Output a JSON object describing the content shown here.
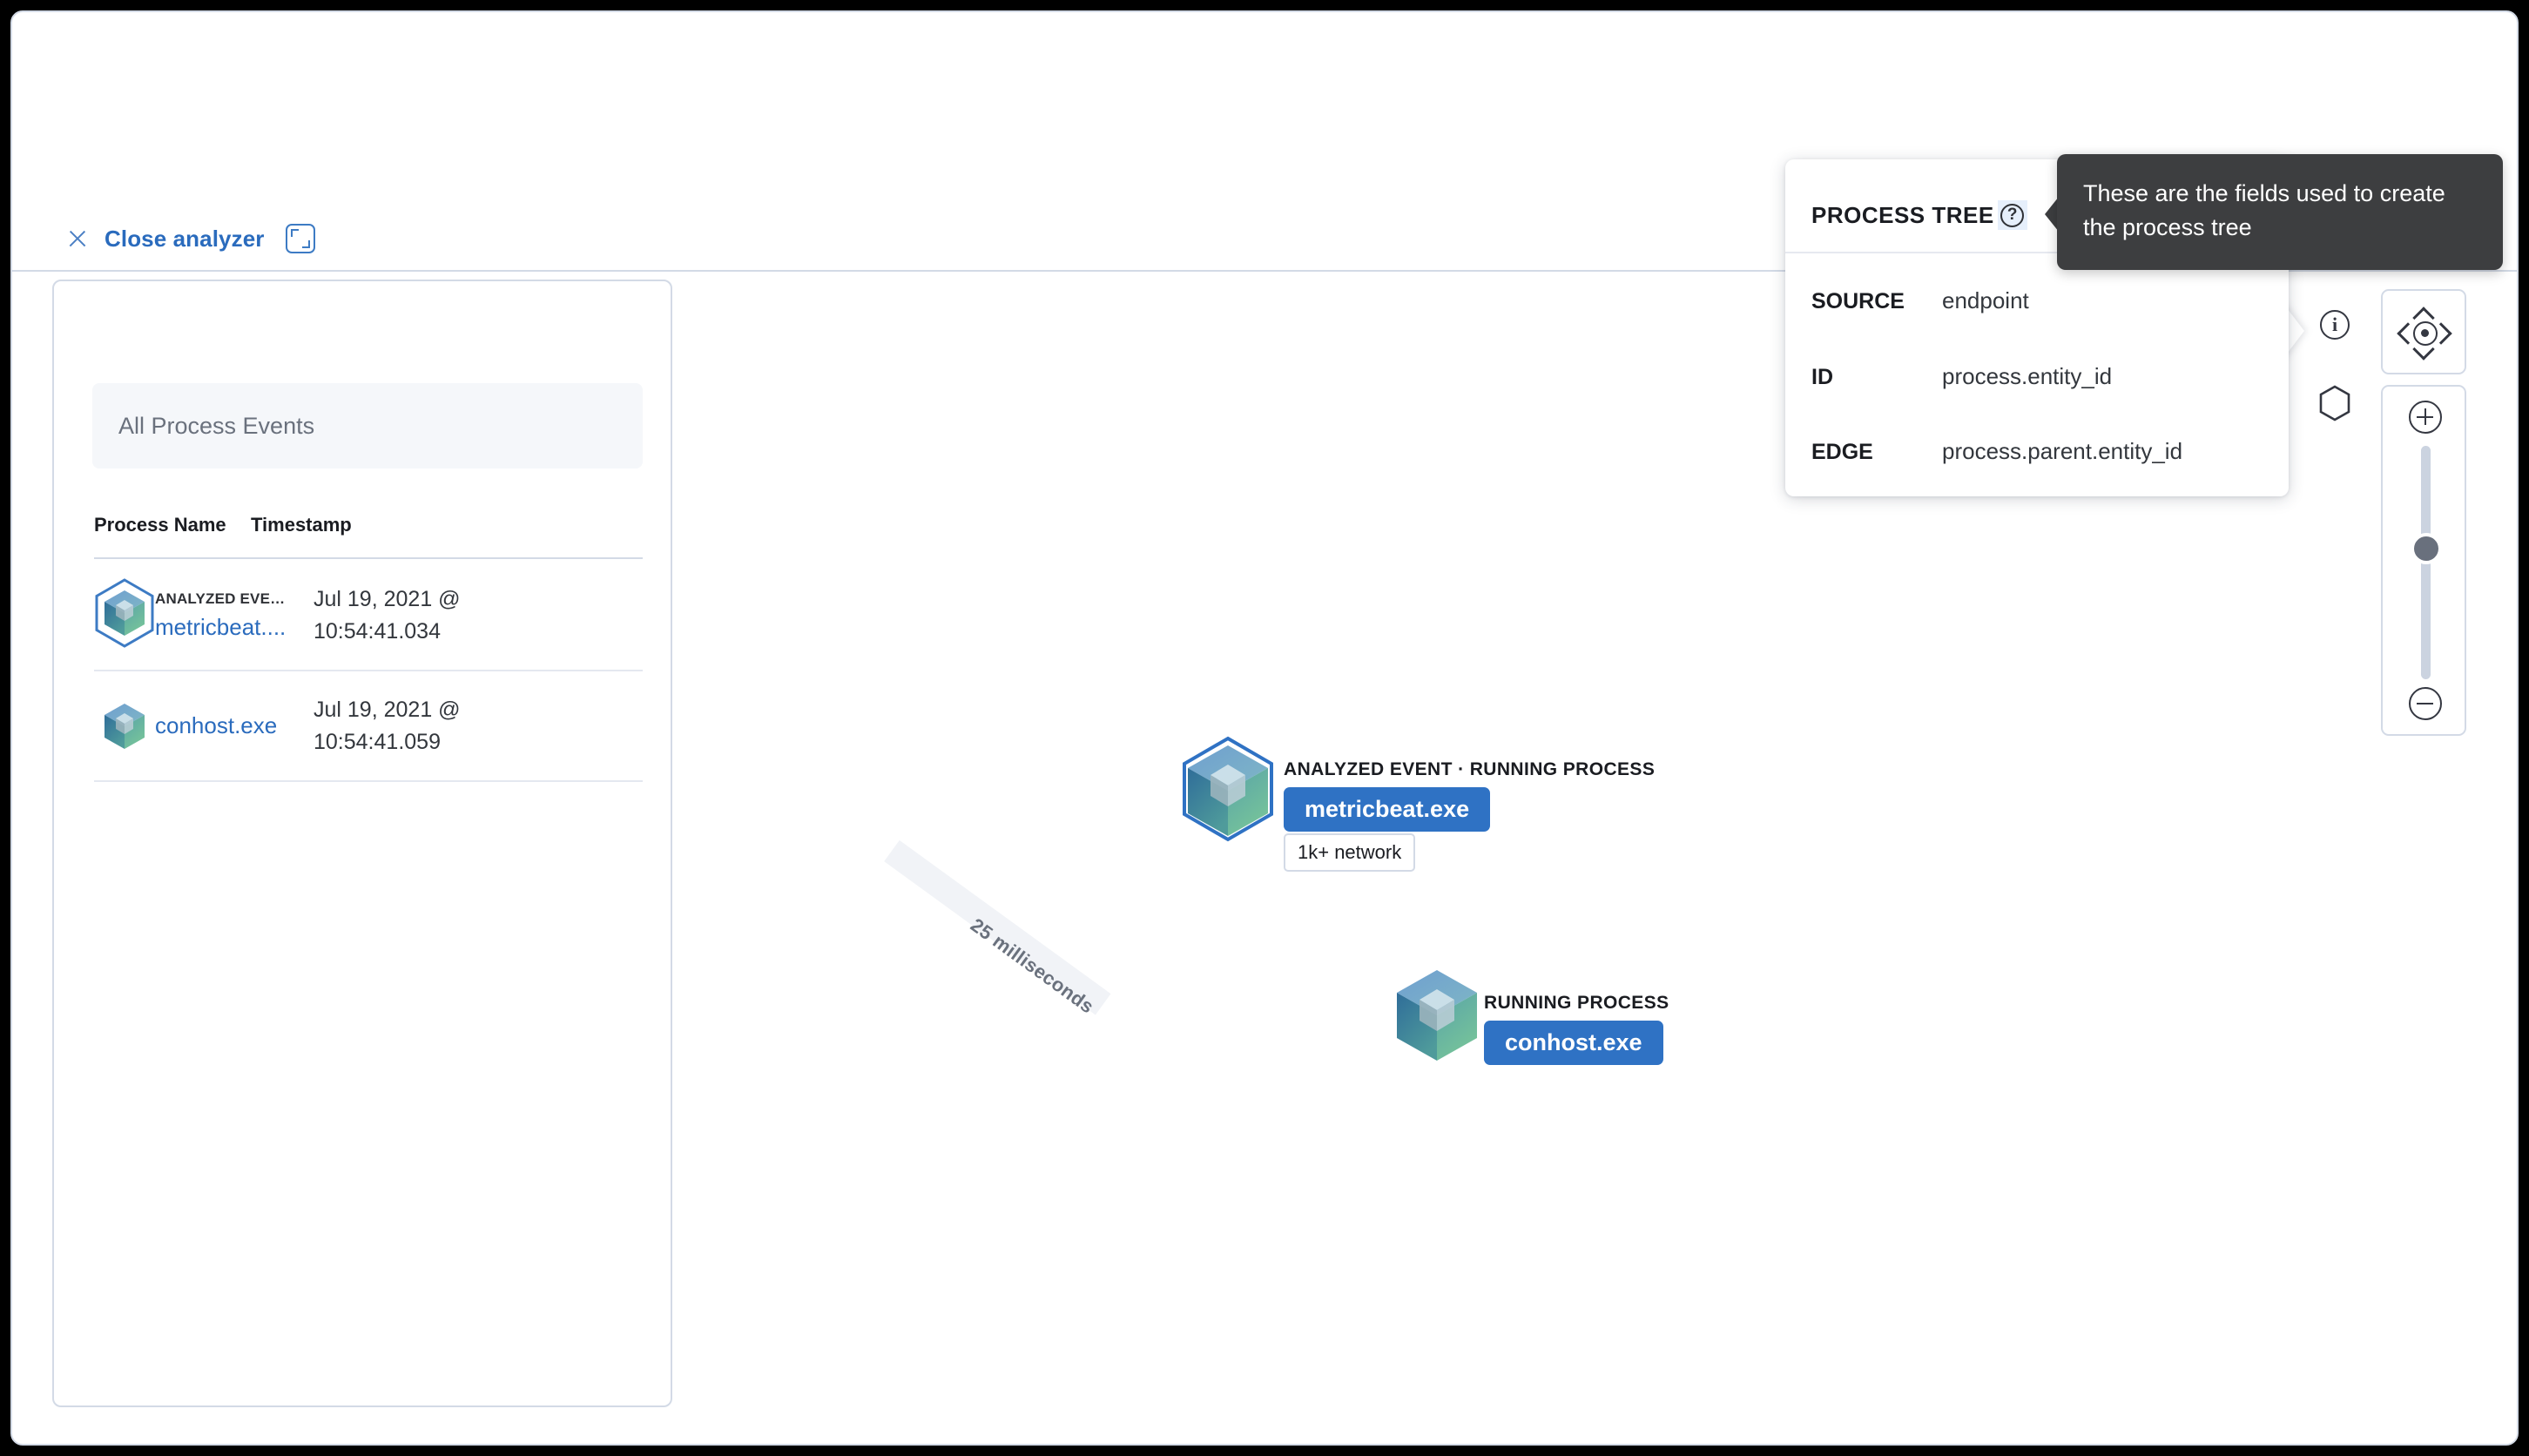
{
  "toolbar": {
    "close_label": "Close analyzer",
    "close_icon": "close-icon",
    "fullscreen_icon": "fullscreen-icon"
  },
  "left_panel": {
    "filter_label": "All Process Events",
    "columns": [
      "Process Name",
      "Timestamp"
    ],
    "rows": [
      {
        "badge": "ANALYZED EVE…",
        "name": "metricbeat....",
        "timestamp_line1": "Jul 19, 2021 @",
        "timestamp_line2": "10:54:41.034",
        "selected": true
      },
      {
        "badge": "",
        "name": "conhost.exe",
        "timestamp_line1": "Jul 19, 2021 @",
        "timestamp_line2": "10:54:41.059",
        "selected": false
      }
    ]
  },
  "graph": {
    "nodes": [
      {
        "type_label": "ANALYZED EVENT · RUNNING PROCESS",
        "name": "metricbeat.exe",
        "chip": "1k+ network",
        "highlighted": true
      },
      {
        "type_label": "RUNNING PROCESS",
        "name": "conhost.exe",
        "chip": "",
        "highlighted": false
      }
    ],
    "edge_label": "25 milliseconds"
  },
  "popover": {
    "title": "PROCESS TREE",
    "help_icon": "question-mark-icon",
    "fields": [
      {
        "key": "SOURCE",
        "value": "endpoint"
      },
      {
        "key": "ID",
        "value": "process.entity_id"
      },
      {
        "key": "EDGE",
        "value": "process.parent.entity_id"
      }
    ]
  },
  "tooltip": {
    "text": "These are the fields used to create the process tree"
  },
  "controls": {
    "info_icon": "info-icon",
    "hexagon_icon": "hexagon-icon",
    "pan_up_icon": "chevron-up-icon",
    "pan_down_icon": "chevron-down-icon",
    "pan_left_icon": "chevron-left-icon",
    "pan_right_icon": "chevron-right-icon",
    "pan_center_icon": "center-target-icon",
    "zoom_in_icon": "plus-icon",
    "zoom_out_icon": "minus-icon",
    "zoom_slider": "zoom-slider"
  },
  "colors": {
    "accent": "#2a6bbd",
    "pill": "#2f72c4",
    "border": "#d3dae6",
    "tooltip_bg": "#3d3e40"
  }
}
